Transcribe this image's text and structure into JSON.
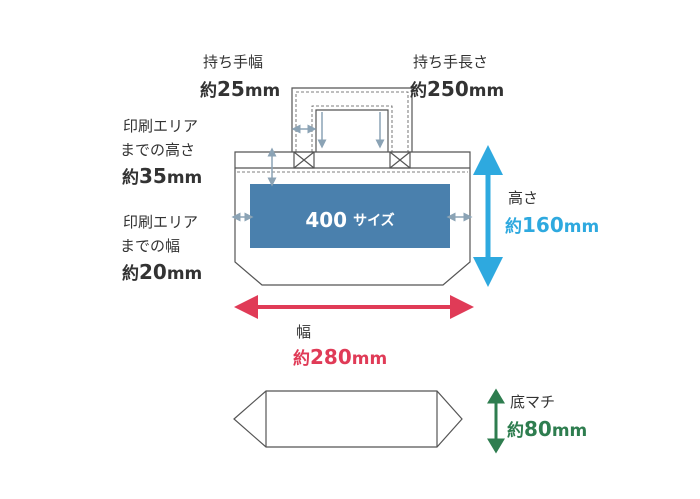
{
  "colors": {
    "outline": "#555555",
    "print_area": "#4a80ad",
    "height_arrow": "#2ea9df",
    "width_arrow": "#e03b57",
    "gusset_arrow": "#2e7d4f",
    "small_arrow": "#8ba3b5"
  },
  "labels": {
    "handle_width": {
      "title": "持ち手幅",
      "prefix": "約",
      "value": "25",
      "unit": "mm"
    },
    "handle_length": {
      "title": "持ち手長さ",
      "prefix": "約",
      "value": "250",
      "unit": "mm"
    },
    "print_top": {
      "line1": "印刷エリア",
      "line2": "までの高さ",
      "prefix": "約",
      "value": "35",
      "unit": "mm"
    },
    "print_side": {
      "line1": "印刷エリア",
      "line2": "までの幅",
      "prefix": "約",
      "value": "20",
      "unit": "mm"
    },
    "height": {
      "title": "高さ",
      "prefix": "約",
      "value": "160",
      "unit": "mm"
    },
    "width": {
      "title": "幅",
      "prefix": "約",
      "value": "280",
      "unit": "mm"
    },
    "gusset": {
      "title": "底マチ",
      "prefix": "約",
      "value": "80",
      "unit": "mm"
    },
    "print_area": {
      "size": "400",
      "suffix": "サイズ"
    }
  }
}
